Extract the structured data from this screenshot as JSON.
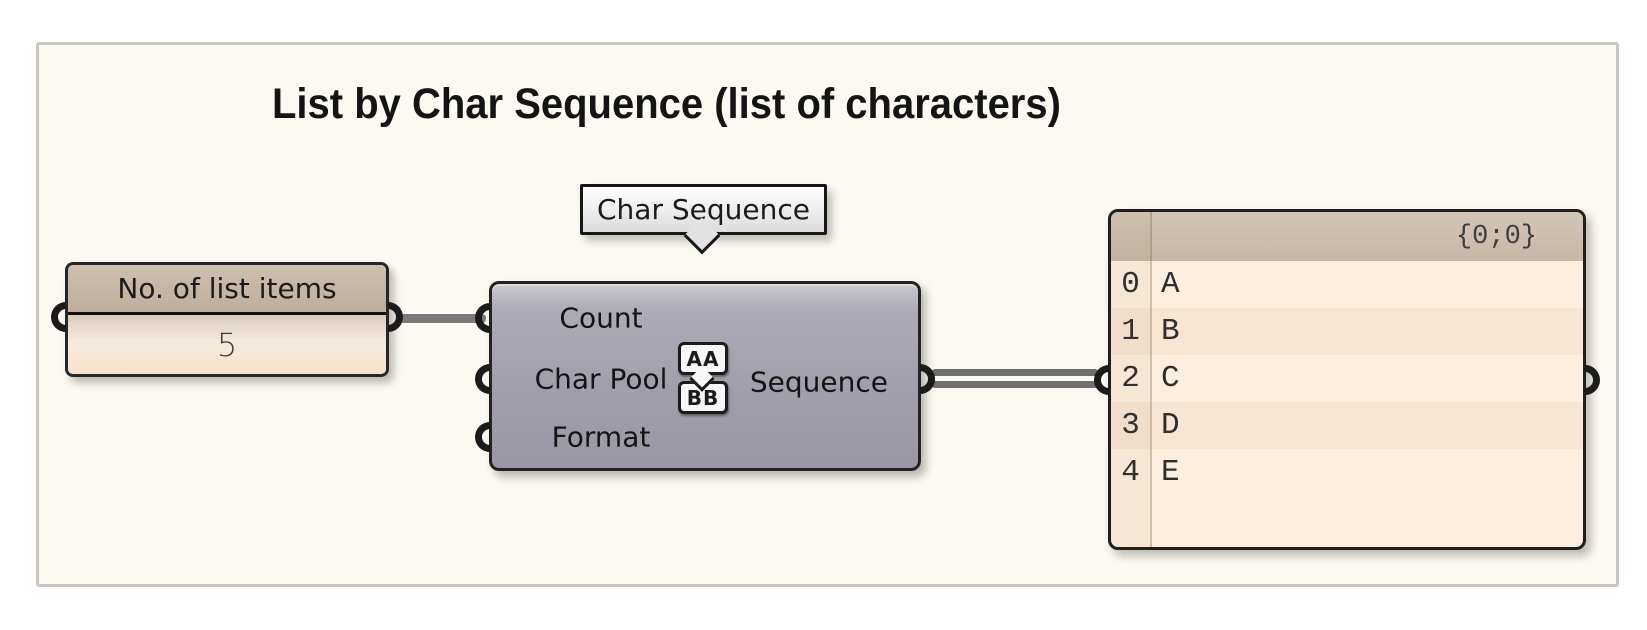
{
  "title": "List by Char Sequence (list of characters)",
  "tooltip": {
    "label": "Char Sequence"
  },
  "number_panel": {
    "title": "No. of list items",
    "value": "5"
  },
  "component": {
    "name": "Char Sequence",
    "inputs": [
      {
        "label": "Count"
      },
      {
        "label": "Char Pool"
      },
      {
        "label": "Format"
      }
    ],
    "output": {
      "label": "Sequence"
    },
    "icon": {
      "top": "AA",
      "bottom": "BB"
    }
  },
  "output_panel": {
    "path": "{0;0}",
    "items": [
      {
        "index": "0",
        "value": "A"
      },
      {
        "index": "1",
        "value": "B"
      },
      {
        "index": "2",
        "value": "C"
      },
      {
        "index": "3",
        "value": "D"
      },
      {
        "index": "4",
        "value": "E"
      }
    ]
  },
  "colors": {
    "canvas_bg": "#fbf9f2",
    "group_border": "#c9c6be",
    "panel_header": "#c6b6a4",
    "panel_body_peach": "#f9e2c9",
    "row_even": "#fdeedd",
    "row_odd": "#f8e5d2",
    "component_fill": "#a19fab",
    "wire": "#7a7a7a",
    "node_border": "#222222"
  }
}
